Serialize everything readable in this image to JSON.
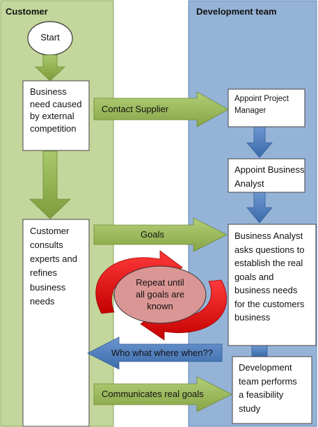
{
  "lanes": {
    "customer": "Customer",
    "development": "Development team"
  },
  "nodes": {
    "start": "Start",
    "business_need": [
      "Business",
      "need caused",
      "by external",
      "competition"
    ],
    "customer_consults": [
      "Customer",
      "consults",
      "experts and",
      "refines",
      "business",
      "needs"
    ],
    "appoint_pm": [
      "Appoint Project",
      "Manager"
    ],
    "appoint_ba": [
      "Appoint Business",
      "Analyst"
    ],
    "ba_questions": [
      "Business Analyst",
      "asks questions to",
      "establish the real",
      "goals and",
      "business needs",
      "for the customers",
      "business"
    ],
    "repeat": [
      "Repeat until",
      "all goals are",
      "known"
    ],
    "feasibility": [
      "Development",
      "team performs",
      "a feasibility",
      "study"
    ]
  },
  "arrows": {
    "contact_supplier": "Contact Supplier",
    "goals": "Goals",
    "who_what": "Who what where when??",
    "communicates": "Communicates real goals"
  },
  "colors": {
    "customer_lane": "#c3d69b",
    "dev_lane": "#95b3d7",
    "green_arrow": "#9bbb59",
    "blue_arrow": "#4f81bd",
    "red_cycle": "#e3181f",
    "repeat_ellipse": "#da9694"
  }
}
